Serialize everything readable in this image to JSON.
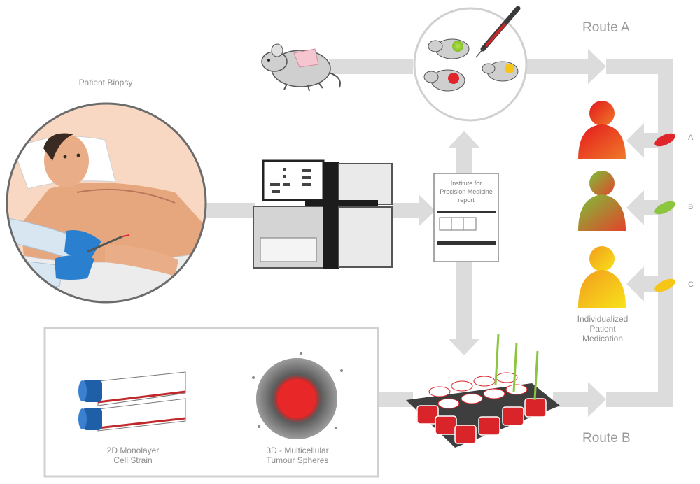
{
  "labels": {
    "patient_biopsy": "Patient Biopsy",
    "route_a": "Route A",
    "route_b": "Route B",
    "report_line1": "Institute for",
    "report_line2": "Precision Medicine",
    "report_line3": "report",
    "option_a": "A",
    "option_b": "B",
    "option_c": "C",
    "medication_line1": "Individualized",
    "medication_line2": "Patient",
    "medication_line3": "Medication",
    "monolayer_line1": "2D Monolayer",
    "monolayer_line2": "Cell Strain",
    "spheres_line1": "3D - Multicellular",
    "spheres_line2": "Tumour Spheres"
  },
  "colors": {
    "arrow": "#dcdcdc",
    "outline": "#c9c9c9",
    "red": "#e0262b",
    "green": "#8cc63f",
    "yellow": "#f5c518",
    "flask_cap": "#1f5fa8",
    "well": "#d9252a",
    "skin": "#f5c9a8",
    "glove": "#2b7fcf"
  }
}
